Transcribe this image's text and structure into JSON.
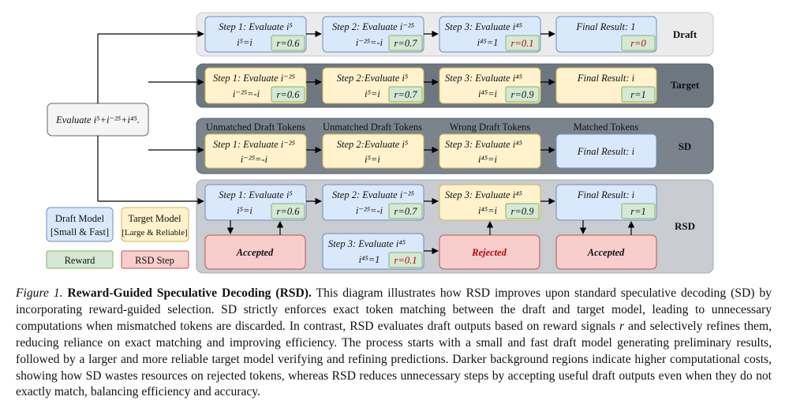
{
  "question": "Evaluate i⁵+i⁻²⁵+i⁴⁵.",
  "lanes": {
    "draft": {
      "label": "Draft",
      "steps": [
        {
          "title": "Step 1: Evaluate i⁵",
          "eq": "i⁵=i",
          "r": "r=0.6",
          "r_color": "green"
        },
        {
          "title": "Step 2: Evaluate i⁻²⁵",
          "eq": "i⁻²⁵=-i",
          "r": "r=0.7",
          "r_color": "green"
        },
        {
          "title": "Step 3: Evaluate i⁴⁵",
          "eq": "i⁴⁵=1",
          "r": "r=0.1",
          "r_color": "red"
        },
        {
          "title": "Final Result: 1",
          "eq": "",
          "r": "r=0",
          "r_color": "red"
        }
      ]
    },
    "target": {
      "label": "Target",
      "steps": [
        {
          "title": "Step 1: Evaluate i⁻²⁵",
          "eq": "i⁻²⁵=-i",
          "r": "r=0.6"
        },
        {
          "title": "Step 2:Evaluate i⁵",
          "eq": "i⁵=i",
          "r": "r=0.7"
        },
        {
          "title": "Step 3: Evaluate i⁴⁵",
          "eq": "i⁴⁵=i",
          "r": "r=0.9"
        },
        {
          "title": "Final Result: i",
          "eq": "",
          "r": "r=1"
        }
      ]
    },
    "sd": {
      "label": "SD",
      "headers": [
        "Unmatched Draft Tokens",
        "Unmatched Draft Tokens",
        "Wrong Draft Tokens",
        "Matched Tokens"
      ],
      "steps": [
        {
          "title": "Step 1: Evaluate i⁻²⁵",
          "eq": "i⁻²⁵=-i"
        },
        {
          "title": "Step 2:Evaluate i⁵",
          "eq": "i⁵=i"
        },
        {
          "title": "Step 3: Evaluate i⁴⁵",
          "eq": "i⁴⁵=i"
        },
        {
          "title": "Final Result: i",
          "eq": ""
        }
      ]
    },
    "rsd": {
      "label": "RSD",
      "top_steps": [
        {
          "title": "Step 1: Evaluate i⁵",
          "eq": "i⁵=i",
          "r": "r=0.6"
        },
        {
          "title": "Step 2: Evaluate i⁻²⁵",
          "eq": "i⁻²⁵=-i",
          "r": "r=0.7"
        },
        {
          "title": "Step 3: Evaluate i⁴⁵",
          "eq": "i⁴⁵=i",
          "r": "r=0.9"
        },
        {
          "title": "Final Result: i",
          "eq": "",
          "r": "r=1"
        }
      ],
      "draft_step3": {
        "title": "Step 3: Evaluate i⁴⁵",
        "eq": "i⁴⁵=1",
        "r": "r=0.1"
      },
      "outcomes": [
        "Accepted",
        "Rejected",
        "Accepted"
      ]
    }
  },
  "legend": {
    "draft_model": [
      "Draft Model",
      "[Small & Fast]"
    ],
    "target_model": [
      "Target Model",
      "[Large & Reliable]"
    ],
    "reward": "Reward",
    "rsd_step": "RSD Step"
  },
  "colors": {
    "draft_fill": "#dae8fc",
    "draft_stroke": "#6c8ebf",
    "target_fill": "#fff2cc",
    "target_stroke": "#d6b656",
    "reward_fill": "#d5e8d4",
    "reward_stroke": "#82b366",
    "rsd_fill": "#f8cecc",
    "rsd_stroke": "#b85450",
    "lane_draft": "#ebebeb",
    "lane_target": "#6d7780",
    "lane_sd": "#7b848d",
    "lane_rsd": "#c9ccd0",
    "reward_red": "#c00000"
  },
  "caption": {
    "figure": "Figure 1.",
    "title": "Reward-Guided Speculative Decoding (RSD).",
    "body_1": " This diagram illustrates how RSD improves upon standard speculative decoding (SD) by incorporating reward-guided selection. SD strictly enforces exact token matching between the draft and target model, leading to unnecessary computations when mismatched tokens are discarded. In contrast, RSD evaluates draft outputs based on reward signals ",
    "var_r": "r",
    "body_2": " and selectively refines them, reducing reliance on exact matching and improving efficiency. The process starts with a small and fast draft model generating preliminary results, followed by a larger and more reliable target model verifying and refining predictions. Darker background regions indicate higher computational costs, showing how SD wastes resources on rejected tokens, whereas RSD reduces unnecessary steps by accepting useful draft outputs even when they do not exactly match, balancing efficiency and accuracy."
  }
}
